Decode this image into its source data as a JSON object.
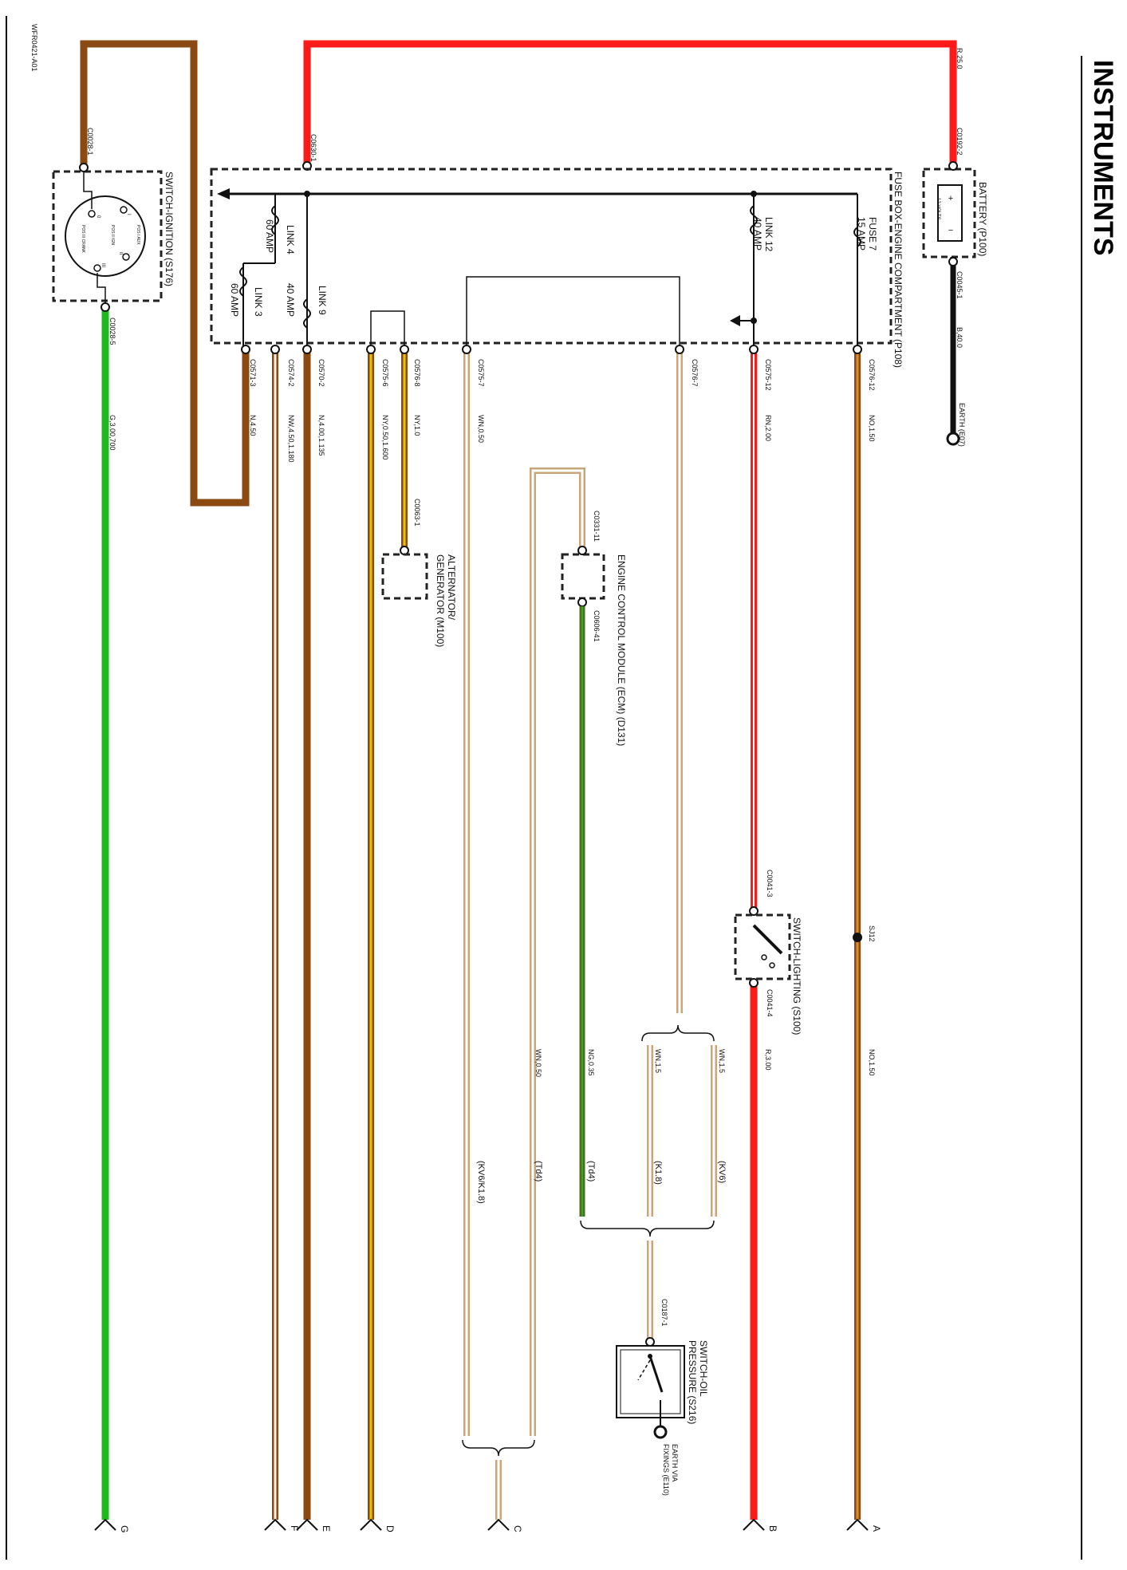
{
  "page": {
    "title": "INSTRUMENTS",
    "reference": "WFR0421-A01"
  },
  "colors": {
    "red": "#ff1a1a",
    "brown": "#8a4a12",
    "green": "#1fb81f",
    "black": "#111111",
    "orange_stripe": "#c77a1e",
    "yellow_stripe": "#e8c400",
    "grey_stripe": "#c8c0b0",
    "olive": "#556b1a"
  },
  "components": {
    "battery": "BATTERY (P100)",
    "fusebox": "FUSE BOX-ENGINE COMPARTMENT (P108)",
    "ignition_switch": "SWITCH-IGNITION (S176)",
    "alternator_line1": "ALTERNATOR/",
    "alternator_line2": "GENERATOR (M100)",
    "ecm": "ENGINE CONTROL MODULE (ECM) (D131)",
    "lighting_switch": "SWITCH-LIGHTING (S100)",
    "oil_switch_line1": "SWITCH-OIL",
    "oil_switch_line2": "PRESSURE (S216)",
    "earth_e07": "EARTH (E07)",
    "earth_fixings_line1": "EARTH VIA",
    "earth_fixings_line2": "FIXINGS (E110)"
  },
  "fuses": {
    "fuse7_name": "FUSE 7",
    "fuse7_rating": "15 AMP",
    "link12_name": "LINK 12",
    "link12_rating": "40 AMP",
    "link4_name": "LINK 4",
    "link4_rating": "60 AMP",
    "link3_name": "LINK 3",
    "link3_rating": "60 AMP",
    "link9_name": "LINK 9",
    "link9_rating": "40 AMP"
  },
  "connectors": {
    "c0192_2": "C0192-2",
    "c0045_1": "C0045-1",
    "c0630_1": "C0630-1",
    "c0028_1": "C0028-1",
    "c0028_5": "C0028-5",
    "c0576_12": "C0576-12",
    "c0575_12": "C0575-12",
    "c0576_7": "C0576-7",
    "c0575_7": "C0575-7",
    "c0576_8": "C0576-8",
    "c0575_6": "C0575-6",
    "c0570_2": "C0570-2",
    "c0574_2": "C0574-2",
    "c0571_3": "C0571-3",
    "c0063_1": "C0063-1",
    "c0331_11": "C0331-11",
    "c0606_41": "C0606-41",
    "c0041_3": "C0041-3",
    "c0041_4": "C0041-4",
    "c0187_1": "C0187-1",
    "sj12": "SJ12"
  },
  "wires": {
    "r25": "R,25.0",
    "b40": "B,40.0",
    "no15_top": "NO,1.50",
    "rn20": "RN,2.00",
    "wn05_top": "WN,0.50",
    "ny10": "NY,1.0",
    "ny05_160": "NY,0.50,1.600",
    "n40_135": "N,4.00,1.135",
    "nw45_180": "NW,4.50,1.180",
    "n45": "N,4.50",
    "g30_700": "G,3.00,700",
    "no15_bottom": "NO,1.50",
    "r30": "R,3.00",
    "wn15_a": "WN,1.5",
    "wn15_b": "WN,1.5",
    "ng035": "NG,0.35",
    "wn05_b": "WN,0.50"
  },
  "variants": {
    "kv6": "(KV6)",
    "k18": "(K1.8)",
    "td4_a": "(Td4)",
    "td4_b": "(Td4)",
    "kv6k18": "(KV6/K1.8)"
  },
  "ignition_positions": {
    "p0": "0",
    "p1": "I",
    "p2": "II",
    "p3": "III",
    "aux": "POS I AUX",
    "ign": "POS II IGN",
    "crank": "POS III CRANK"
  },
  "endpoints": {
    "a": "A",
    "b": "B",
    "c": "C",
    "d": "D",
    "e": "E",
    "f": "F",
    "g": "G"
  },
  "battery_mark": "12 VOLTS"
}
